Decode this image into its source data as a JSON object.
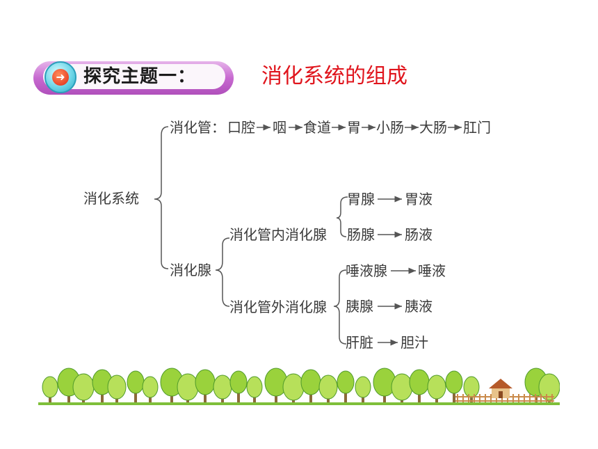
{
  "header": {
    "label": "探究主题一：",
    "topic": "消化系统的组成"
  },
  "diagram": {
    "root": "消化系统",
    "digestive_tract": {
      "label": "消化管：",
      "path": [
        "口腔",
        "咽",
        "食道",
        "胃",
        "小肠",
        "大肠",
        "肛门"
      ]
    },
    "digestive_glands": {
      "label": "消化腺",
      "internal": {
        "label": "消化管内消化腺",
        "items": [
          {
            "gland": "胃腺",
            "secretion": "胃液"
          },
          {
            "gland": "肠腺",
            "secretion": "肠液"
          }
        ]
      },
      "external": {
        "label": "消化管外消化腺",
        "items": [
          {
            "gland": "唾液腺",
            "secretion": "唾液"
          },
          {
            "gland": "胰腺",
            "secretion": "胰液"
          },
          {
            "gland": "肝脏",
            "secretion": "胆汁"
          }
        ]
      }
    }
  },
  "colors": {
    "topic": "#e0141c",
    "line": "#555555",
    "tree_light": "#9ad23c",
    "tree_dark": "#4f9a2a"
  },
  "icons": {
    "header_bullet": "arrow-right-circle-icon",
    "scenery": "tree-row-with-house"
  }
}
